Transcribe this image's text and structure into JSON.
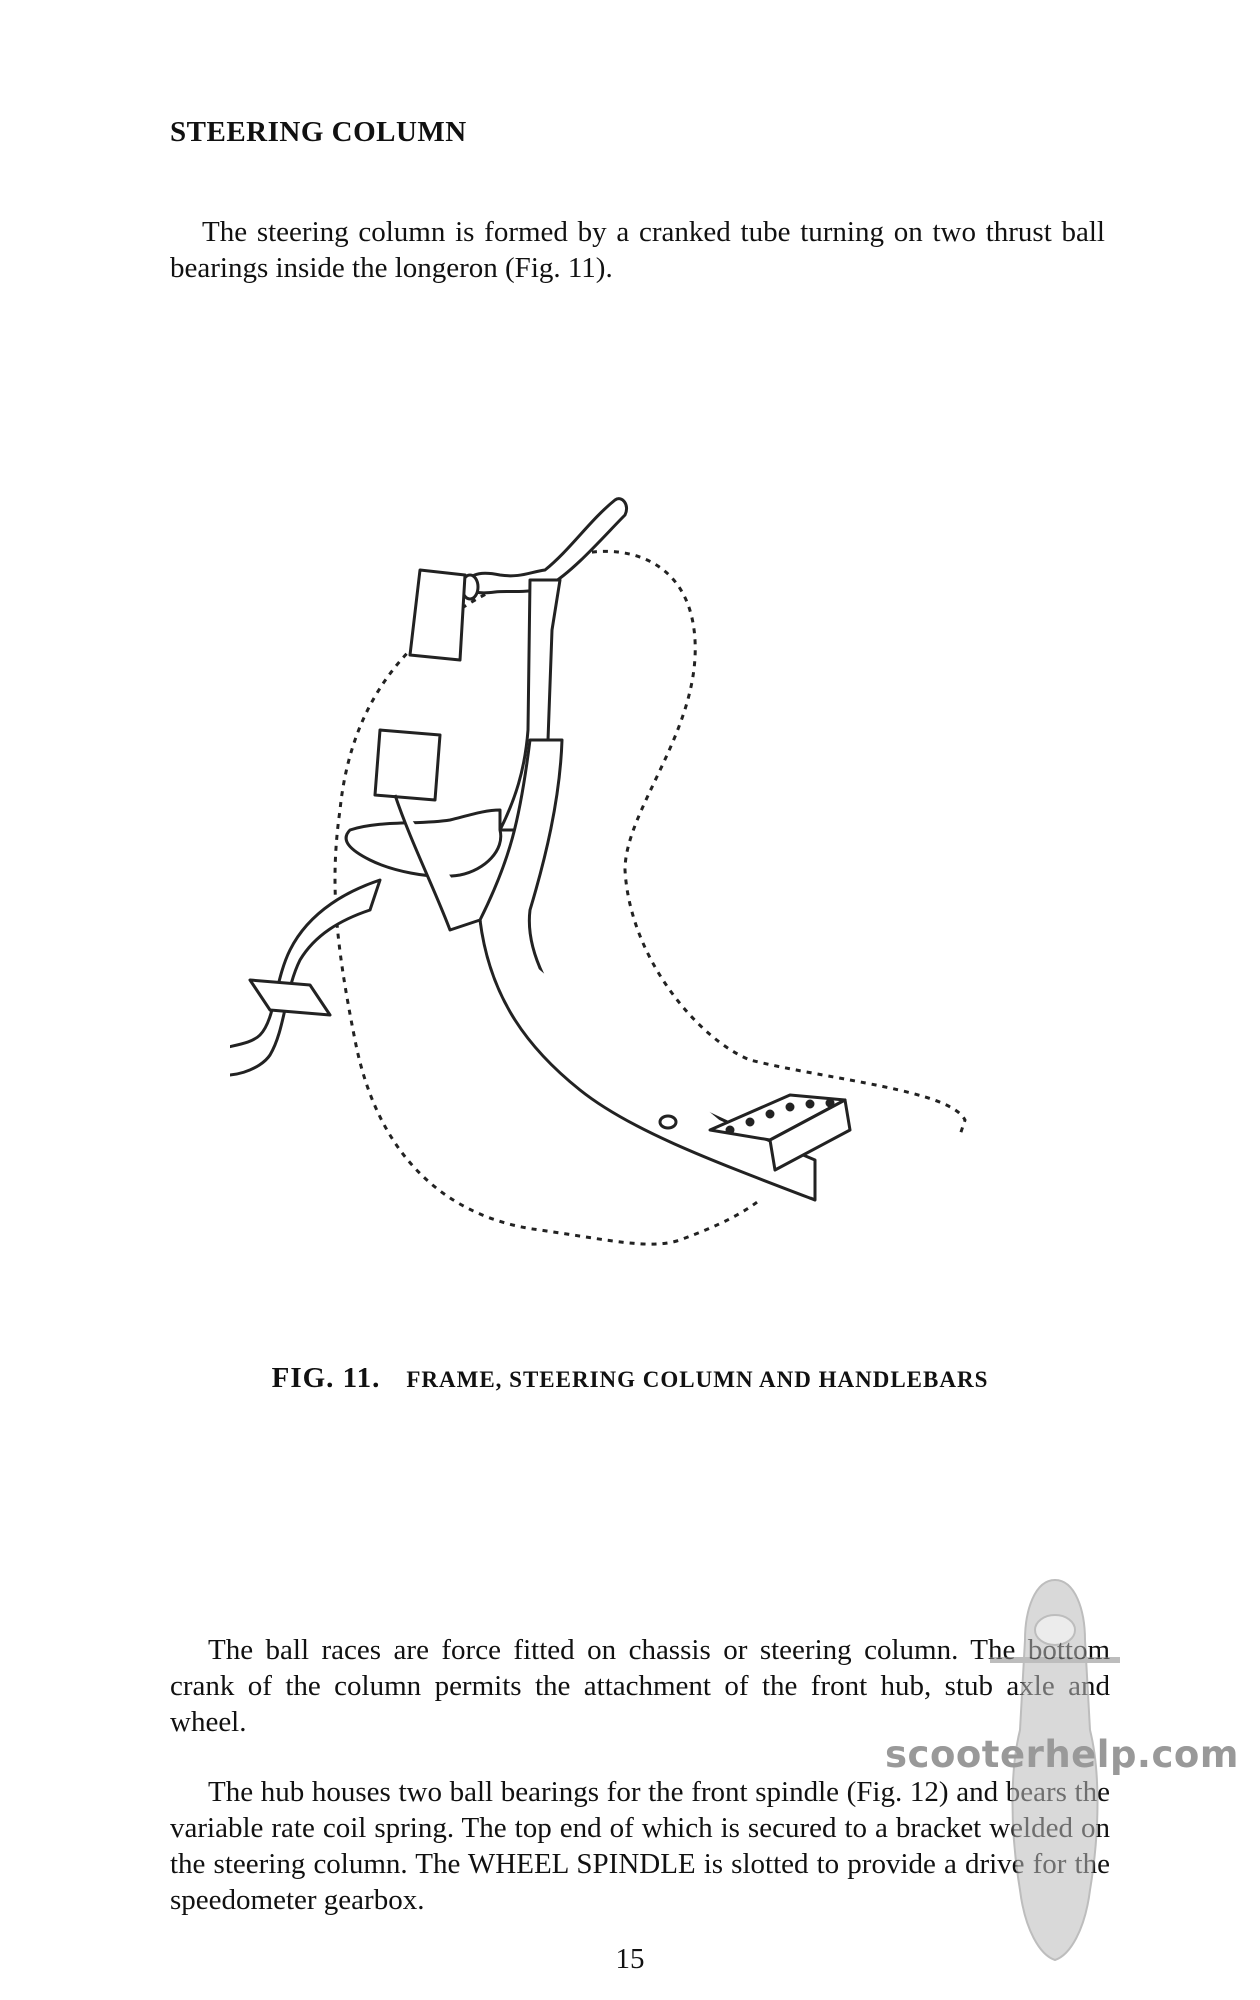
{
  "heading": "STEERING COLUMN",
  "paragraphs": [
    "The steering column is formed by a cranked tube turning on two thrust ball bearings inside the longeron (Fig. 11).",
    "The ball races are force fitted on chassis or steering column. The bottom crank of the column permits the attachment of the front hub, stub axle and wheel.",
    "The hub houses two ball bearings for the front spindle (Fig. 12) and bears the variable rate coil spring. The top end of which is secured to a bracket welded on the steering column. The WHEEL SPINDLE is slotted to provide a drive for the speedometer gearbox."
  ],
  "figure": {
    "number": "FIG. 11.",
    "caption": "FRAME, STEERING COLUMN AND HANDLEBARS"
  },
  "page_number": "15",
  "watermark": "scooterhelp.com"
}
